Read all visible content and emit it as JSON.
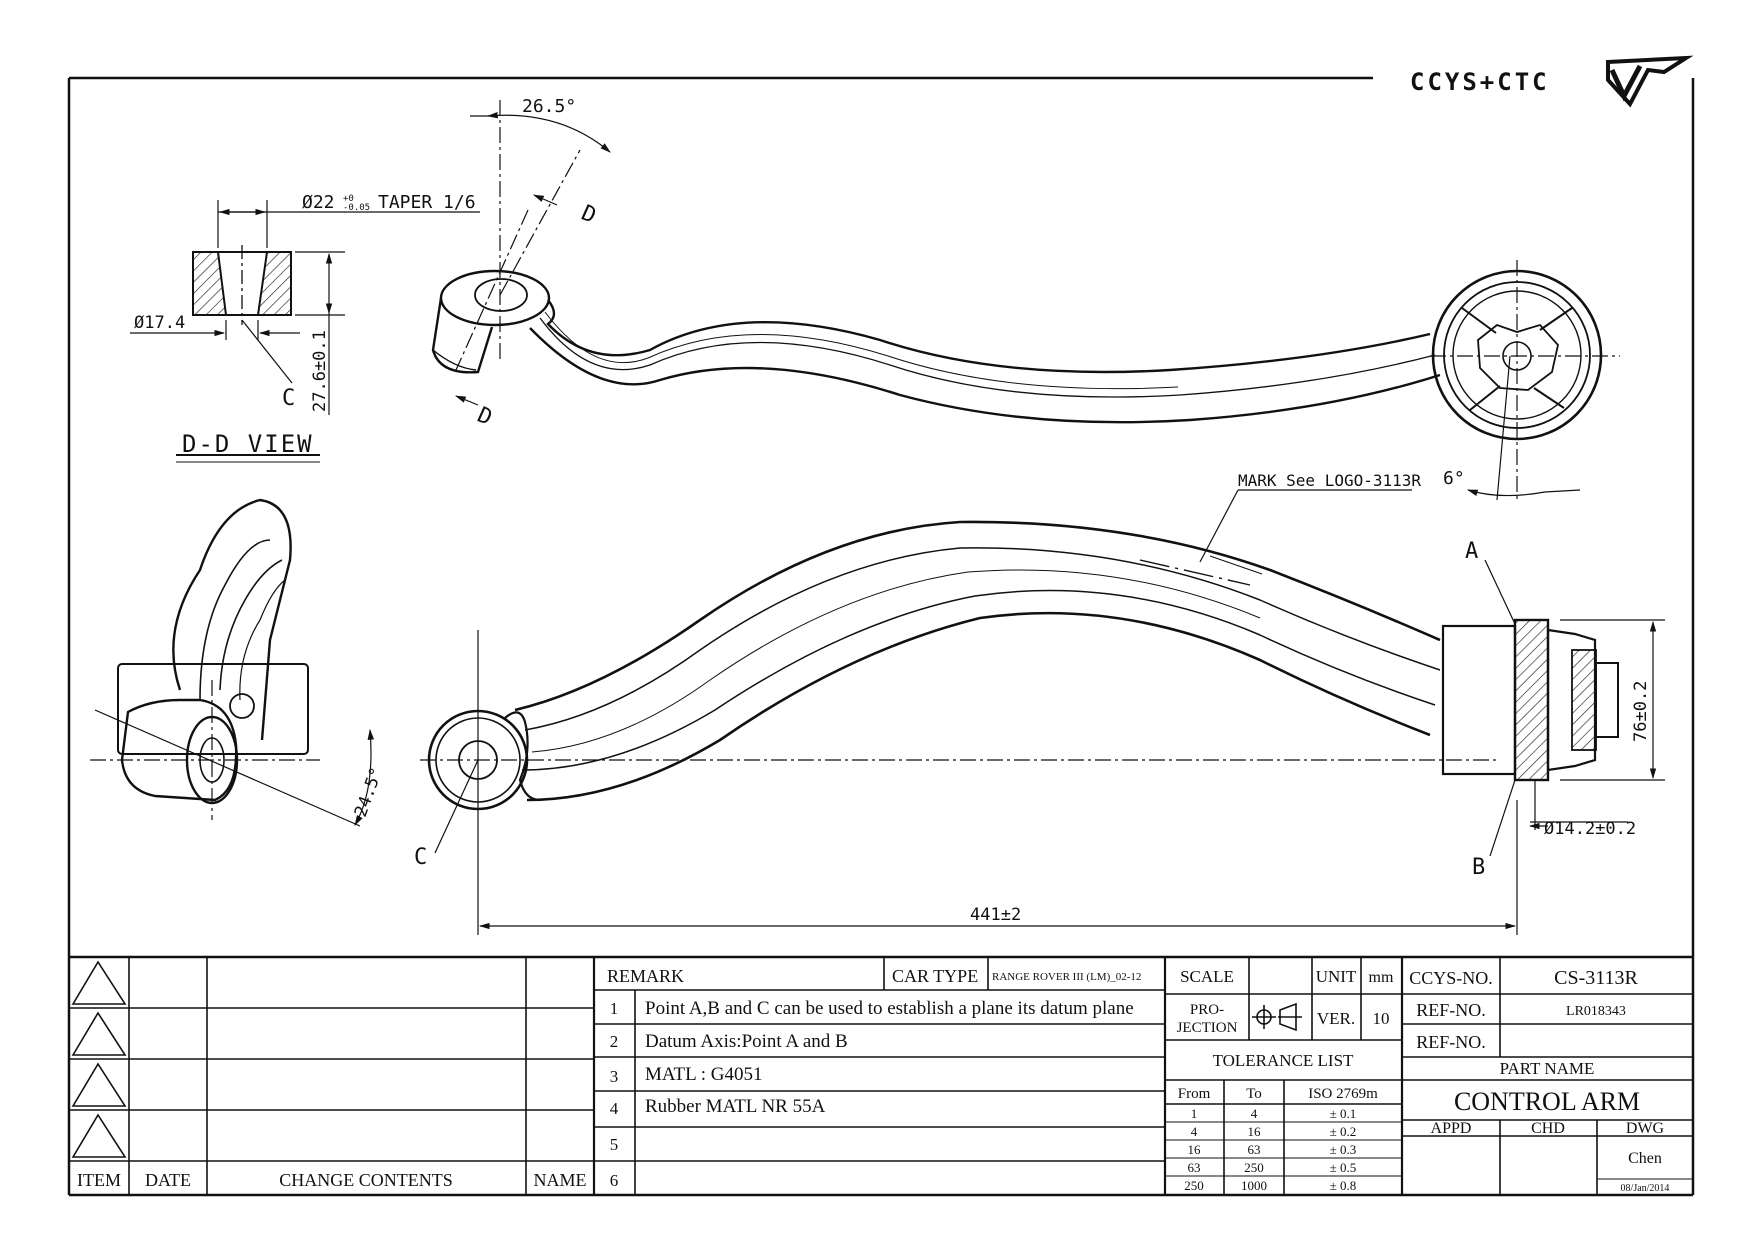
{
  "logo": {
    "text": "CCYS+CTC"
  },
  "drawing": {
    "section_title": "D-D VIEW",
    "taper_callout": "Ø22",
    "taper_tol_upper": "+0",
    "taper_tol_lower": "-0.05",
    "taper_text": "TAPER 1/6",
    "dia_17": "Ø17.4",
    "height_27": "27.6±0.1",
    "label_c_section": "C",
    "angle_top": "26.5°",
    "section_mark_upper": "D",
    "section_mark_lower": "D",
    "mark_note": "MARK See LOGO-3113R",
    "angle_right": "6°",
    "label_a": "A",
    "label_b": "B",
    "label_c": "C",
    "dim_76": "76±0.2",
    "dim_14": "Ø14.2±0.2",
    "dim_441": "441±2",
    "angle_side": "24.5°"
  },
  "revisions": {
    "col_item": "ITEM",
    "col_date": "DATE",
    "col_change": "CHANGE CONTENTS",
    "col_name": "NAME"
  },
  "remarks": {
    "header": "REMARK",
    "car_type_label": "CAR TYPE",
    "car_type_value": "RANGE ROVER III (LM)_02-12",
    "items": [
      {
        "no": "1",
        "text": "Point A,B and C can be used to establish a plane its datum plane"
      },
      {
        "no": "2",
        "text": "Datum Axis:Point A and B"
      },
      {
        "no": "3",
        "text": "MATL : G4051"
      },
      {
        "no": "4",
        "text": "Rubber MATL NR 55A"
      },
      {
        "no": "5",
        "text": ""
      },
      {
        "no": "6",
        "text": ""
      }
    ]
  },
  "specs": {
    "scale_label": "SCALE",
    "scale_value": "",
    "unit_label": "UNIT",
    "unit_value": "mm",
    "projection_label_1": "PRO-",
    "projection_label_2": "JECTION",
    "ver_label": "VER.",
    "ver_value": "10"
  },
  "tolerance": {
    "title": "TOLERANCE LIST",
    "col_from": "From",
    "col_to": "To",
    "col_iso": "ISO 2769m",
    "rows": [
      {
        "from": "1",
        "to": "4",
        "tol": "± 0.1"
      },
      {
        "from": "4",
        "to": "16",
        "tol": "± 0.2"
      },
      {
        "from": "16",
        "to": "63",
        "tol": "± 0.3"
      },
      {
        "from": "63",
        "to": "250",
        "tol": "± 0.5"
      },
      {
        "from": "250",
        "to": "1000",
        "tol": "± 0.8"
      }
    ]
  },
  "part": {
    "ccys_label": "CCYS-NO.",
    "ccys_value": "CS-3113R",
    "ref_label_1": "REF-NO.",
    "ref_value_1": "LR018343",
    "ref_label_2": "REF-NO.",
    "ref_value_2": "",
    "part_name_label": "PART NAME",
    "part_name": "CONTROL ARM",
    "appd_label": "APPD",
    "chd_label": "CHD",
    "dwg_label": "DWG",
    "dwg_name": "Chen",
    "dwg_date": "08/Jan/2014"
  }
}
